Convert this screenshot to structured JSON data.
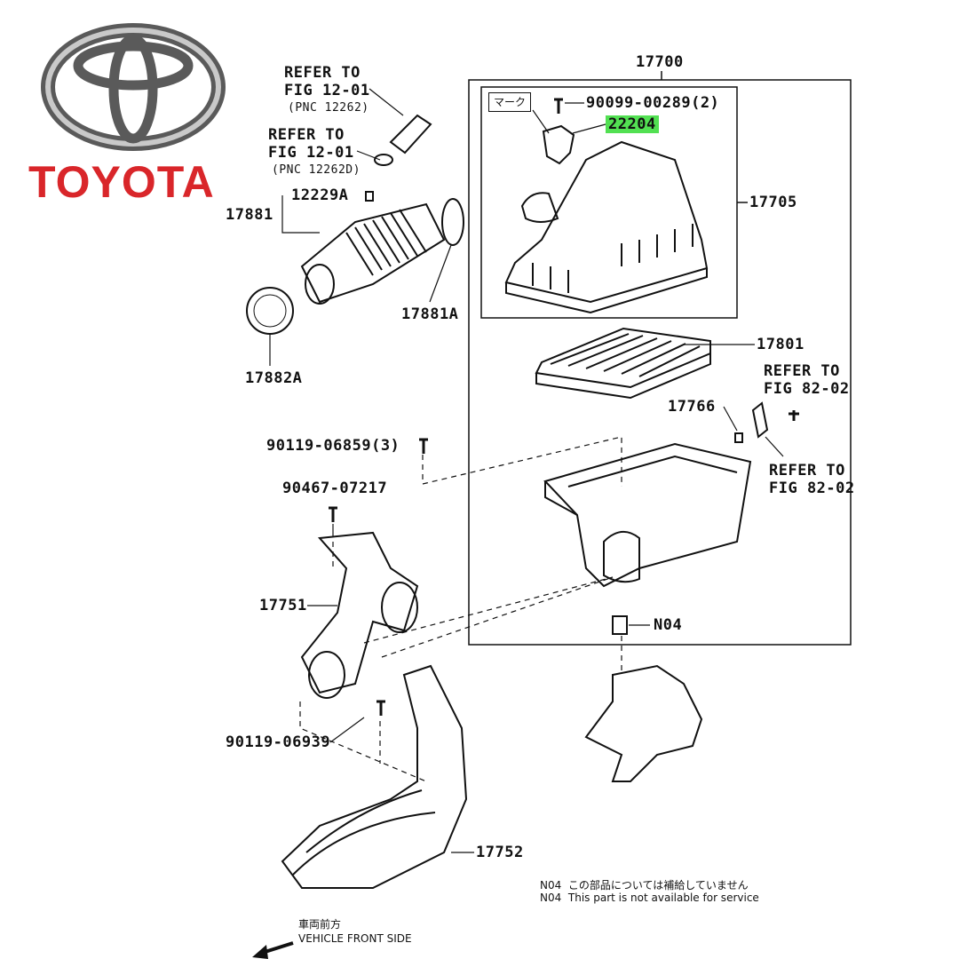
{
  "brand": {
    "name": "TOYOTA",
    "color": "#d9262a"
  },
  "parts": {
    "p17700": "17700",
    "p90099": "90099-00289(2)",
    "p22204": "22204",
    "p17705": "17705",
    "p17801": "17801",
    "p17766": "17766",
    "pN04": "N04",
    "p17881": "17881",
    "p12229A": "12229A",
    "p17881A": "17881A",
    "p17882A": "17882A",
    "p90119_06859": "90119-06859(3)",
    "p90467": "90467-07217",
    "p17751": "17751",
    "p90119_06939": "90119-06939",
    "p17752": "17752"
  },
  "refs": {
    "refer_to": "REFER TO",
    "fig_12_01": "FIG 12-01",
    "pnc_12262": "(PNC 12262)",
    "pnc_12262d": "(PNC 12262D)",
    "fig_82_02": "FIG 82-02"
  },
  "mark_label": "マーク",
  "notes": {
    "code": "N04",
    "jp": "この部品については補給していません",
    "en": "This part is not available for service"
  },
  "direction": {
    "jp": "車両前方",
    "en": "VEHICLE FRONT SIDE"
  },
  "highlight_color": "#52e052"
}
